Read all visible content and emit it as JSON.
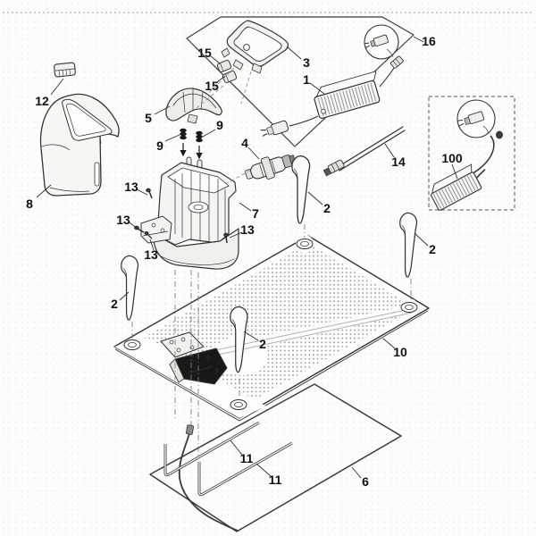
{
  "figure": {
    "kind": "exploded-parts-diagram",
    "visible_part_numbers": [
      "1",
      "2",
      "3",
      "4",
      "5",
      "6",
      "7",
      "8",
      "9",
      "10",
      "11",
      "12",
      "13",
      "14",
      "15",
      "16",
      "100"
    ]
  },
  "colors": {
    "background": "#fdfdfc",
    "line": "#333333",
    "label_text": "#101010",
    "fill_light": "#f4f4f0",
    "fill_mid": "#e6e6e0",
    "fill_dark": "#b9b9b3",
    "spring_black": "#1a1a1a",
    "mat_dot": "#8a8a8a",
    "dashed_border": "#9a9a9a"
  },
  "callouts": [
    {
      "text": "12"
    },
    {
      "text": "8"
    },
    {
      "text": "5"
    },
    {
      "text": "15"
    },
    {
      "text": "15"
    },
    {
      "text": "3"
    },
    {
      "text": "1"
    },
    {
      "text": "16"
    },
    {
      "text": "9"
    },
    {
      "text": "9"
    },
    {
      "text": "4"
    },
    {
      "text": "14"
    },
    {
      "text": "100"
    },
    {
      "text": "7"
    },
    {
      "text": "13"
    },
    {
      "text": "13"
    },
    {
      "text": "13"
    },
    {
      "text": "13"
    },
    {
      "text": "2"
    },
    {
      "text": "2"
    },
    {
      "text": "2"
    },
    {
      "text": "2"
    },
    {
      "text": "10"
    },
    {
      "text": "11"
    },
    {
      "text": "11"
    },
    {
      "text": "6"
    }
  ]
}
